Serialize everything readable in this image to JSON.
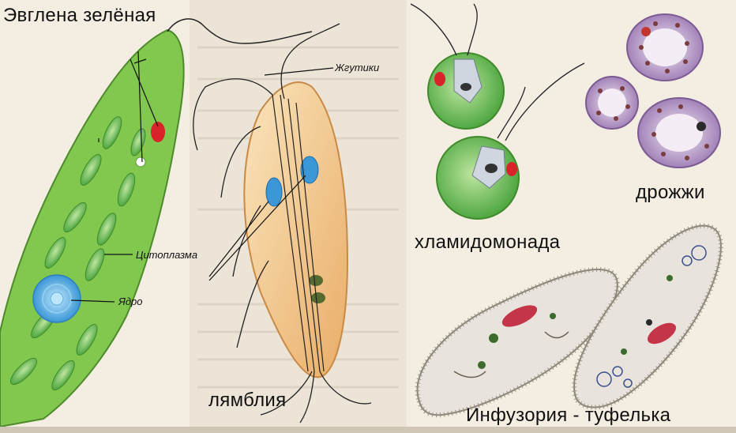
{
  "labels": {
    "euglena": "Эвглена зелёная",
    "flagella": "Жгутики",
    "cytoplasm": "Цитоплазма",
    "nucleus": "Ядро",
    "giardia": "лямблия",
    "chlamydomonas": "хламидомонада",
    "yeast": "дрожжи",
    "paramecium": "Инфузория - туфелька"
  },
  "colors": {
    "page_background": "#f3ede2",
    "euglena_body": "#7cc24a",
    "chloroplast": "#4f9a2e",
    "nucleus_blue": "#4aa6e0",
    "eyespot_red": "#d8232a",
    "giardia_body": "#f1c98c",
    "yeast_purple": "#b898c4",
    "paramecium_body": "#e6e2dc"
  }
}
